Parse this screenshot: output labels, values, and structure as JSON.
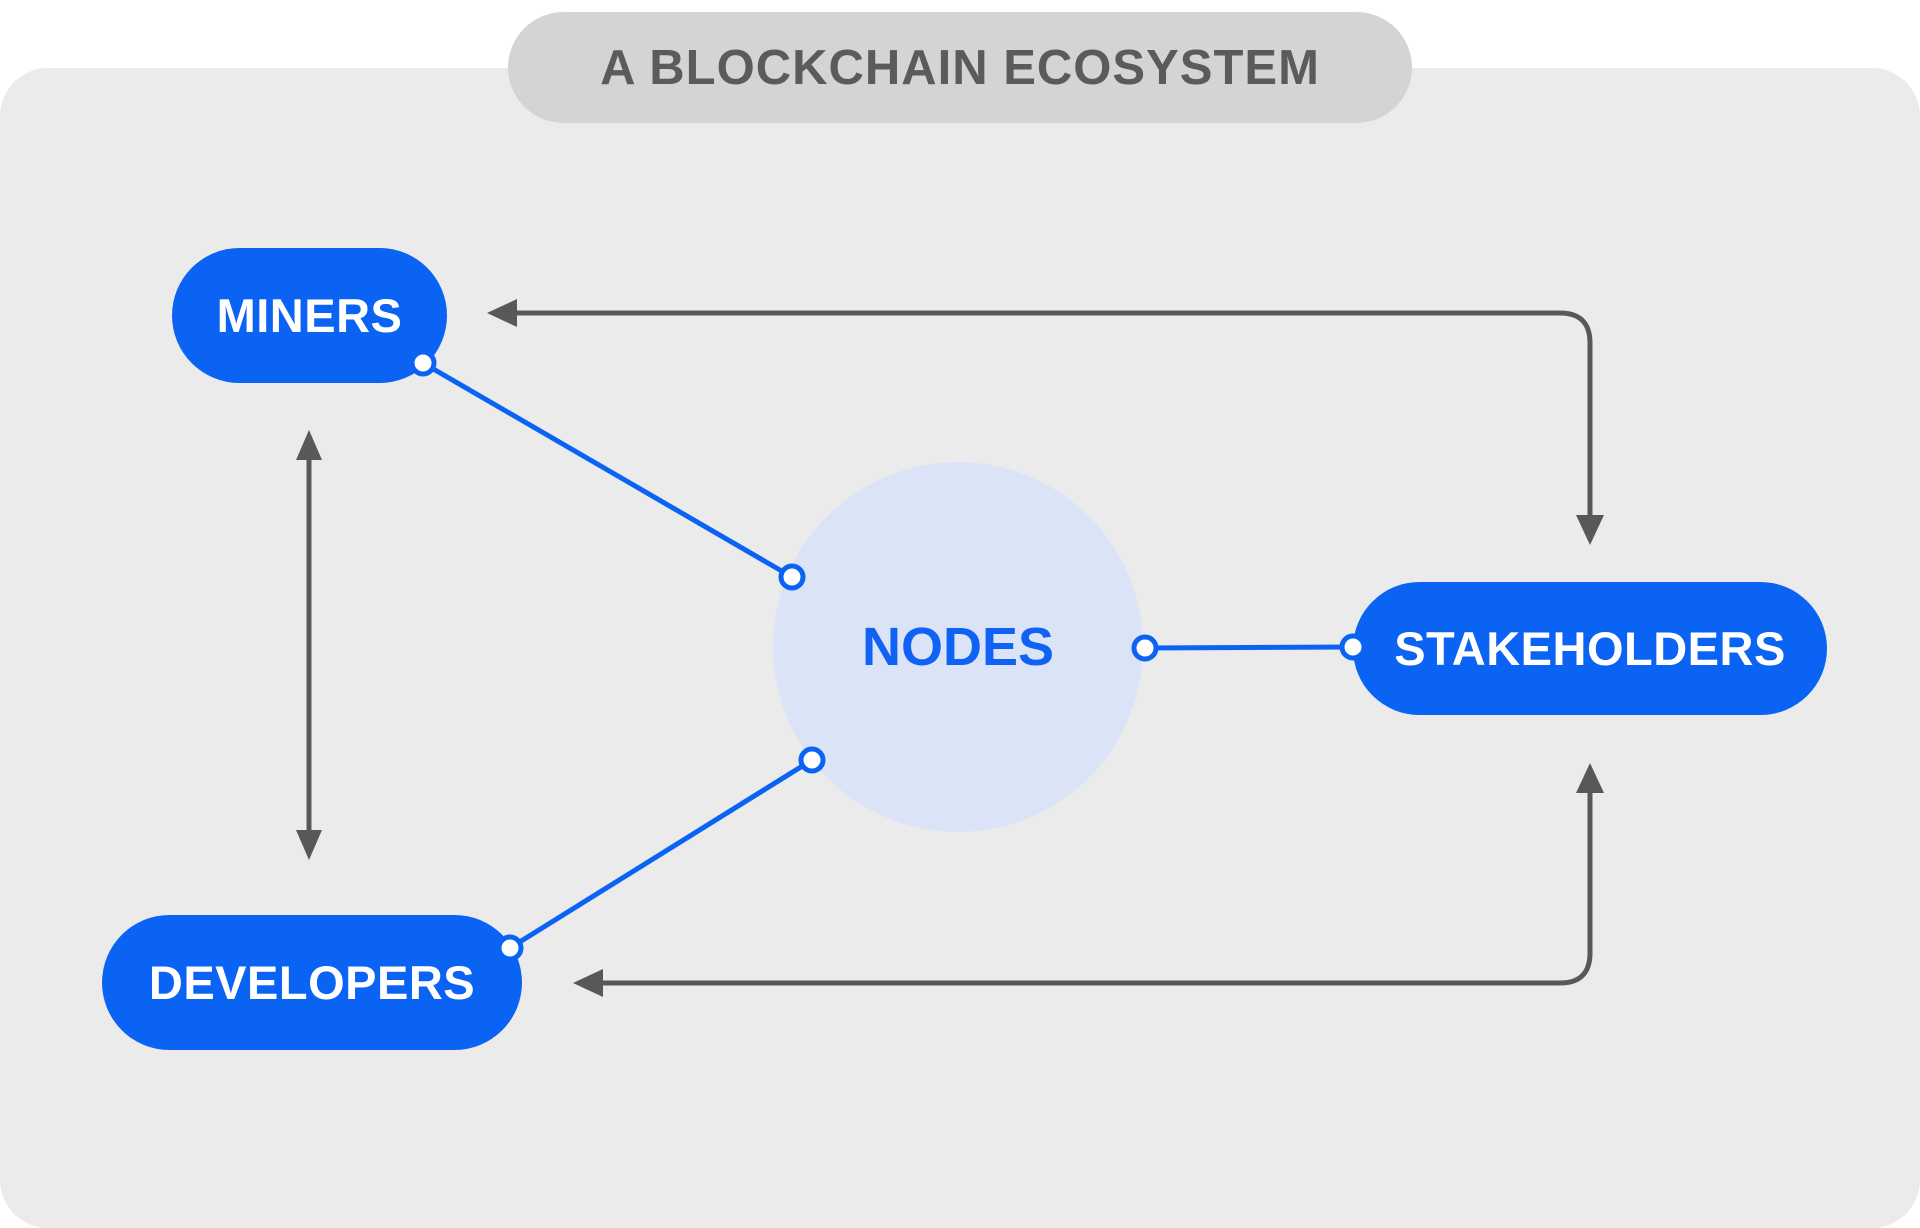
{
  "title": "A BLOCKCHAIN ECOSYSTEM",
  "colors": {
    "background": "#ebebeb",
    "title_pill_bg": "#d4d4d4",
    "title_text": "#5b5b5b",
    "node_pill_bg": "#0a63f2",
    "node_pill_text": "#ffffff",
    "hub_circle_fill": "#dbe4f7",
    "hub_text": "#0f62f4",
    "blue_connector": "#0a63f2",
    "gray_arrow": "#58585b",
    "connector_dot_fill": "#ffffff"
  },
  "diagram": {
    "nodes": [
      {
        "id": "miners",
        "label": "MINERS",
        "shape": "pill"
      },
      {
        "id": "developers",
        "label": "DEVELOPERS",
        "shape": "pill"
      },
      {
        "id": "stakeholders",
        "label": "STAKEHOLDERS",
        "shape": "pill"
      },
      {
        "id": "nodes-hub",
        "label": "NODES",
        "shape": "circle"
      }
    ],
    "edges": [
      {
        "from": "miners",
        "to": "nodes-hub",
        "style": "blue-line-with-endpoint-dots"
      },
      {
        "from": "developers",
        "to": "nodes-hub",
        "style": "blue-line-with-endpoint-dots"
      },
      {
        "from": "stakeholders",
        "to": "nodes-hub",
        "style": "blue-line-with-endpoint-dots"
      },
      {
        "from": "miners",
        "to": "developers",
        "style": "gray-straight-double-arrow"
      },
      {
        "from": "stakeholders",
        "to": "miners",
        "style": "gray-elbow-double-arrow"
      },
      {
        "from": "stakeholders",
        "to": "developers",
        "style": "gray-elbow-double-arrow"
      }
    ]
  }
}
